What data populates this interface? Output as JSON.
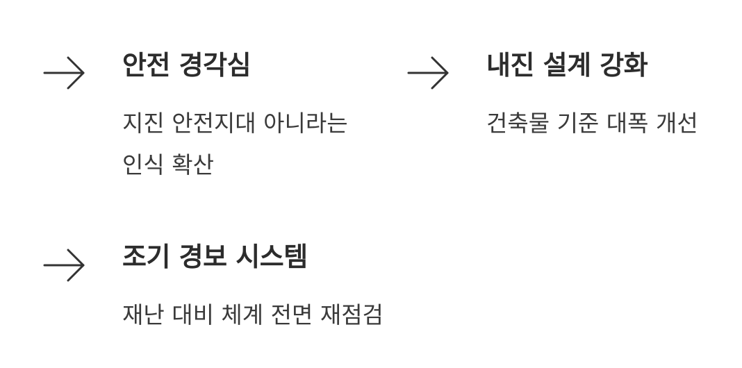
{
  "items": [
    {
      "icon": "arrow-right-icon",
      "title": "안전 경각심",
      "description": "지진 안전지대 아니라는 인식 확산"
    },
    {
      "icon": "arrow-right-icon",
      "title": "내진 설계 강화",
      "description": "건축물 기준 대폭 개선"
    },
    {
      "icon": "arrow-right-icon",
      "title": "조기 경보 시스템",
      "description": "재난 대비 체계 전면 재점검"
    }
  ],
  "colors": {
    "text": "#2c2c2c",
    "arrow": "#333333",
    "background": "#ffffff"
  }
}
